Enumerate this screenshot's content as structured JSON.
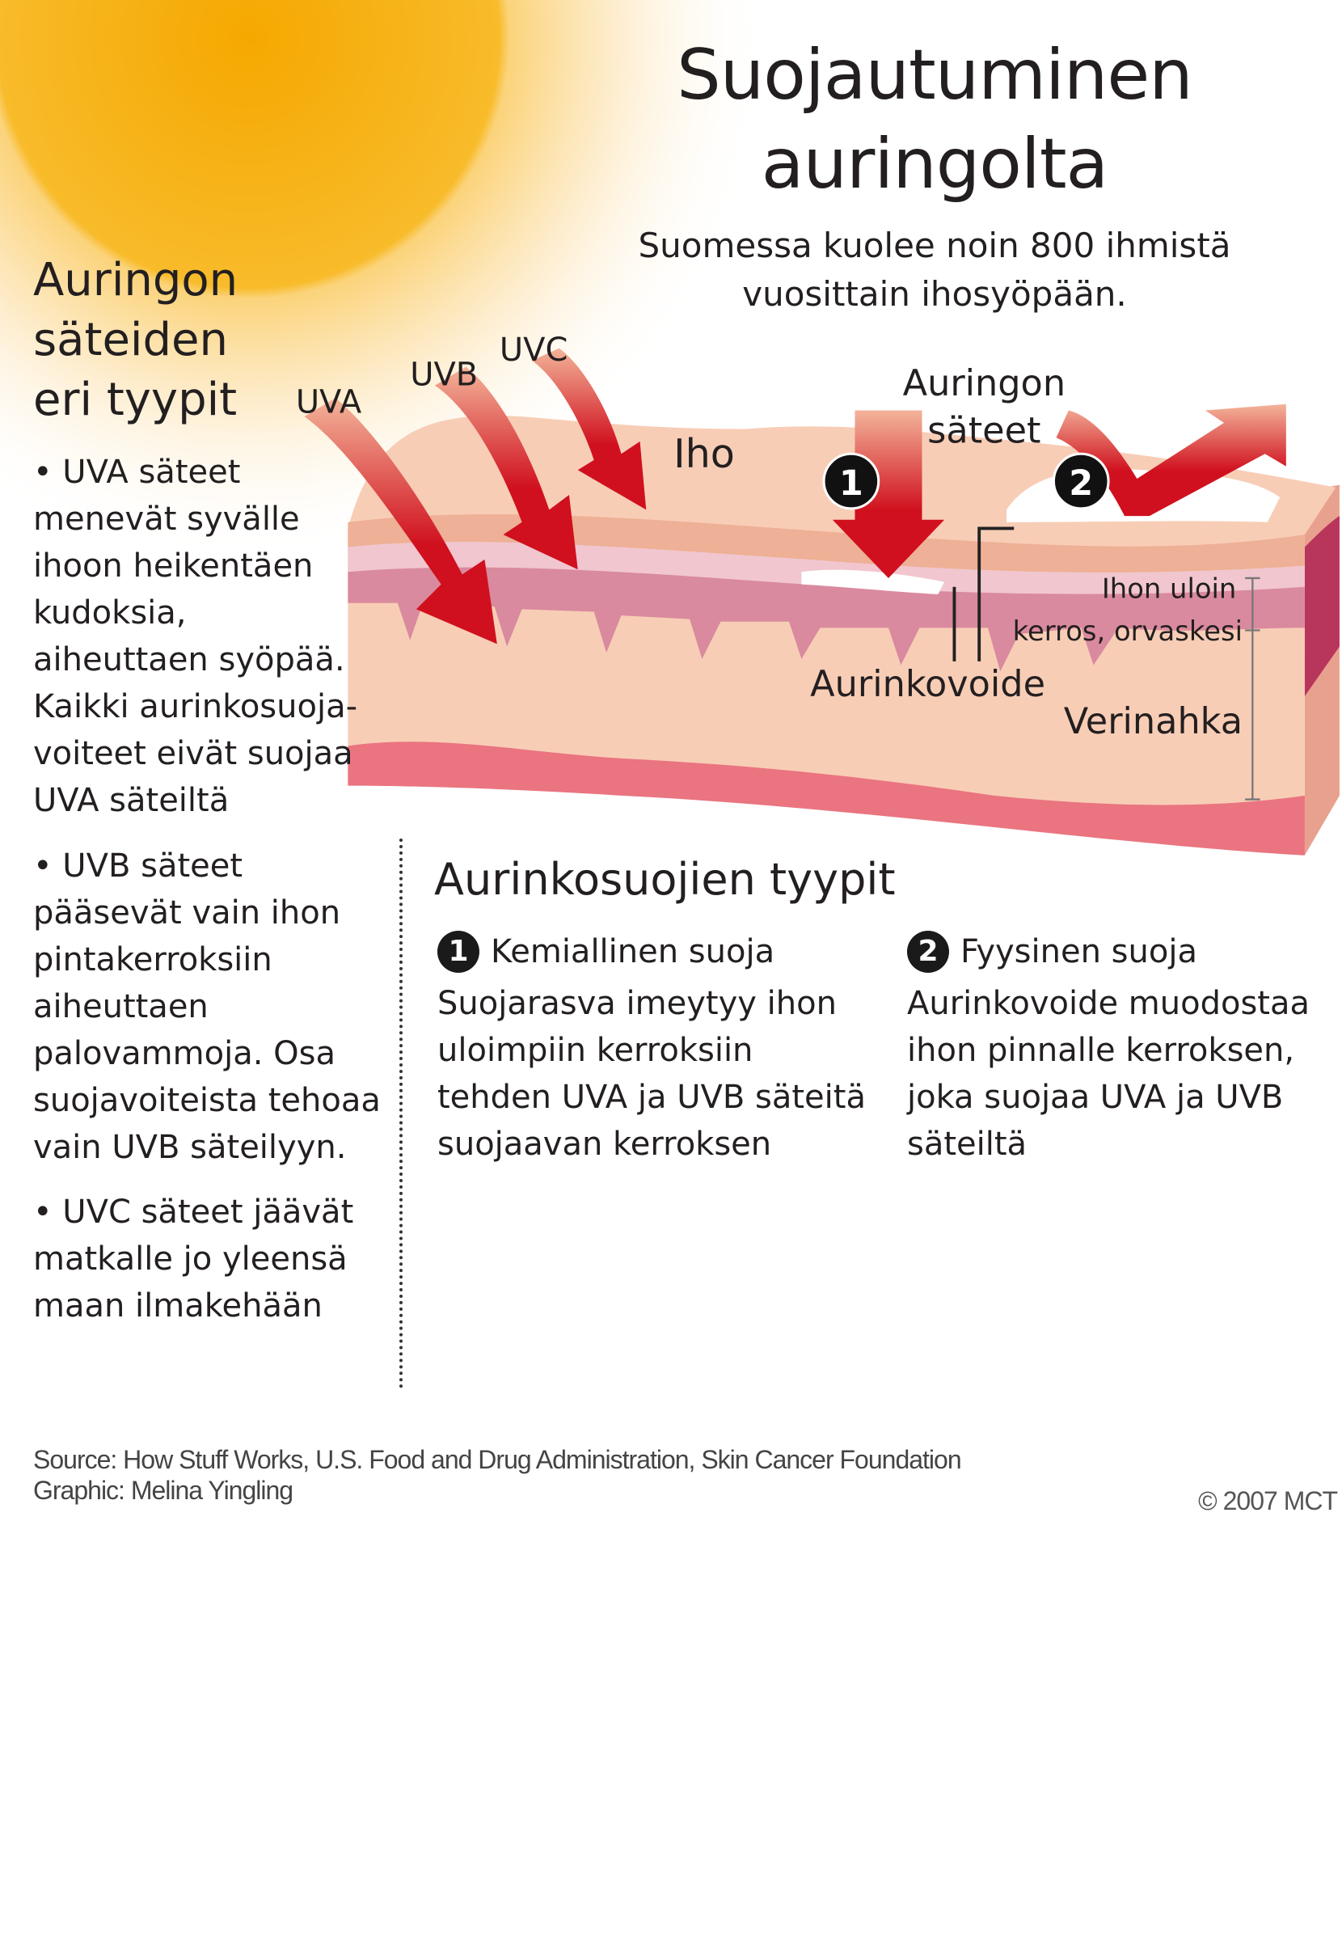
{
  "title": {
    "line1": "Suojautuminen",
    "line2": "auringolta"
  },
  "subtitle": {
    "line1": "Suomessa kuolee noin 800 ihmistä",
    "line2": "vuosittain ihosyöpään."
  },
  "left": {
    "heading": [
      "Auringon",
      "säteiden",
      "eri tyypit"
    ],
    "bullets": [
      [
        "• UVA säteet",
        "menevät syvälle",
        "ihoon heikentäen",
        "kudoksia,",
        "aiheuttaen syöpää.",
        "Kaikki aurinkosuoja-",
        "voiteet eivät suojaa",
        "UVA säteiltä"
      ],
      [
        "• UVB säteet",
        "pääsevät vain ihon",
        "pintakerroksiin",
        "aiheuttaen",
        "palovammoja. Osa",
        "suojavoiteista tehoaa",
        "vain UVB säteilyyn."
      ],
      [
        "• UVC säteet jäävät",
        "matkalle jo yleensä",
        "maan ilmakehään"
      ]
    ]
  },
  "diagram": {
    "uva": "UVA",
    "uvb": "UVB",
    "uvc": "UVC",
    "iho": "Iho",
    "sun_rays": [
      "Auringon",
      "säteet"
    ],
    "marker1": "1",
    "marker2": "2",
    "epidermis": [
      "Ihon uloin",
      "kerros, orvaskesi"
    ],
    "sunscreen": "Aurinkovoide",
    "dermis": "Verinahka"
  },
  "types": {
    "heading": "Aurinkosuojien tyypit",
    "items": [
      {
        "num": "1",
        "title": "Kemiallinen suoja",
        "lines": [
          "Suojarasva imeytyy ihon",
          "uloimpiin kerroksiin",
          "tehden UVA ja UVB säteitä",
          "suojaavan kerroksen"
        ]
      },
      {
        "num": "2",
        "title": "Fyysinen suoja",
        "lines": [
          "Aurinkovoide muodostaa",
          "ihon pinnalle kerroksen,",
          "joka suojaa UVA ja UVB",
          "säteiltä"
        ]
      }
    ]
  },
  "footer": {
    "source": "Source: How Stuff Works, U.S. Food and Drug Administration, Skin Cancer Foundation",
    "graphic": "Graphic: Melina Yingling",
    "copyright": "© 2007 MCT"
  },
  "colors": {
    "sun": "#f6b51a",
    "arrow": "#d0101e",
    "skin": "#f8cdb6",
    "dermis": "#d98a9e",
    "base": "#ea7480"
  }
}
